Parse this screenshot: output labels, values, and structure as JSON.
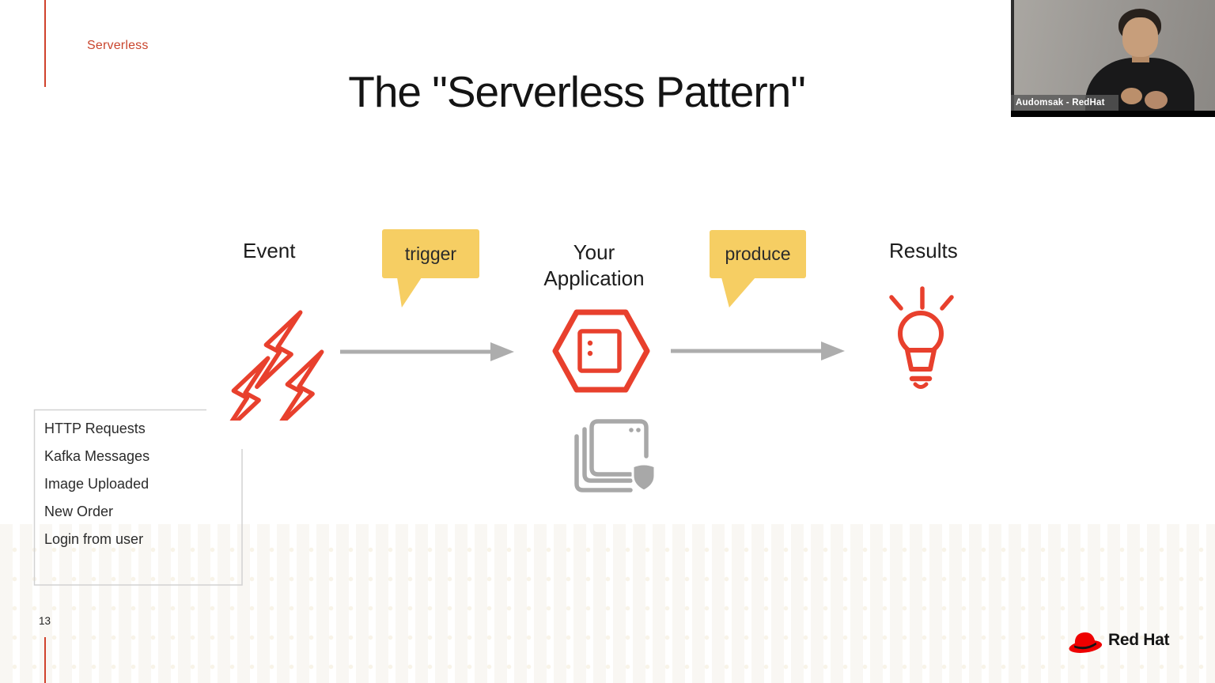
{
  "slide": {
    "eyebrow": "Serverless",
    "title": "The \"Serverless Pattern\"",
    "page_number": "13"
  },
  "diagram": {
    "nodes": {
      "event": {
        "label": "Event",
        "icon": "lightning-bolts-icon"
      },
      "application": {
        "label": "Your Application",
        "icon": "hexagon-app-icon"
      },
      "results": {
        "label": "Results",
        "icon": "lightbulb-icon"
      }
    },
    "connectors": {
      "trigger": {
        "label": "trigger",
        "shape": "yellow-speech-bubble"
      },
      "produce": {
        "label": "produce",
        "shape": "yellow-speech-bubble"
      }
    },
    "deployment_icon": "container-stack-shield-icon",
    "event_examples": [
      "HTTP Requests",
      "Kafka Messages",
      "Image Uploaded",
      "New Order",
      "Login from user"
    ]
  },
  "webcam": {
    "caption": "Audomsak - RedHat"
  },
  "footer": {
    "brand": "Red Hat",
    "logo_icon": "red-fedora-icon"
  },
  "colors": {
    "accent_red": "#e8402d",
    "eyebrow_red": "#c9452d",
    "bubble_yellow": "#f6ce63",
    "arrow_gray": "#adadad",
    "icon_gray": "#a8a8a8",
    "brand_red": "#ee0000"
  }
}
